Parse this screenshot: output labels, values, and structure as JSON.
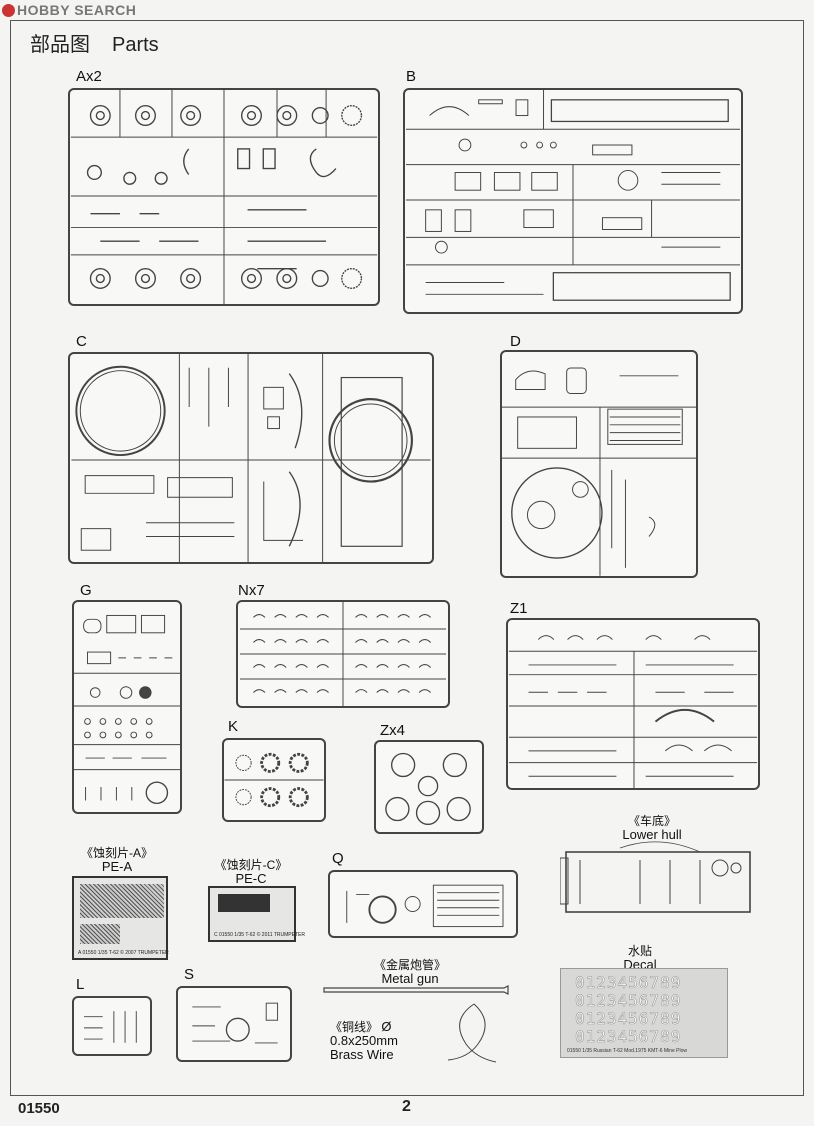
{
  "watermark": "HOBBY SEARCH",
  "header": {
    "title_cn": "部品图",
    "title_en": "Parts"
  },
  "sprues": {
    "ax2": "Ax2",
    "b": "B",
    "c": "C",
    "d": "D",
    "g": "G",
    "nx7": "Nx7",
    "z1": "Z1",
    "k": "K",
    "zx4": "Zx4",
    "q": "Q",
    "l": "L",
    "s": "S"
  },
  "captions": {
    "pe_a_cn": "《蚀刻片-A》",
    "pe_a_en": "PE-A",
    "pe_c_cn": "《蚀刻片-C》",
    "pe_c_en": "PE-C",
    "lower_hull_cn": "《车底》",
    "lower_hull_en": "Lower hull",
    "metal_gun_cn": "《金属炮管》",
    "metal_gun_en": "Metal gun",
    "brass_wire_cn": "《铜线》",
    "brass_wire_spec": "Ø 0.8x250mm",
    "brass_wire_en": "Brass Wire",
    "decal_cn": "水贴",
    "decal_en": "Decal"
  },
  "decal": {
    "row": "0123456789",
    "note": "01550  1/35  Russian T-62 Mod.1975   KMT-6 Mine Plow"
  },
  "pe_codes": {
    "pe_a": "A  01550  1/35  T-62  © 2007 TRUMPETER",
    "pe_c": "C  01550  1/35  T-62  © 2011 TRUMPETER"
  },
  "footer": {
    "item_number": "01550",
    "page_number": "2"
  },
  "colors": {
    "line": "#444444",
    "paper": "#f4f4f2"
  }
}
